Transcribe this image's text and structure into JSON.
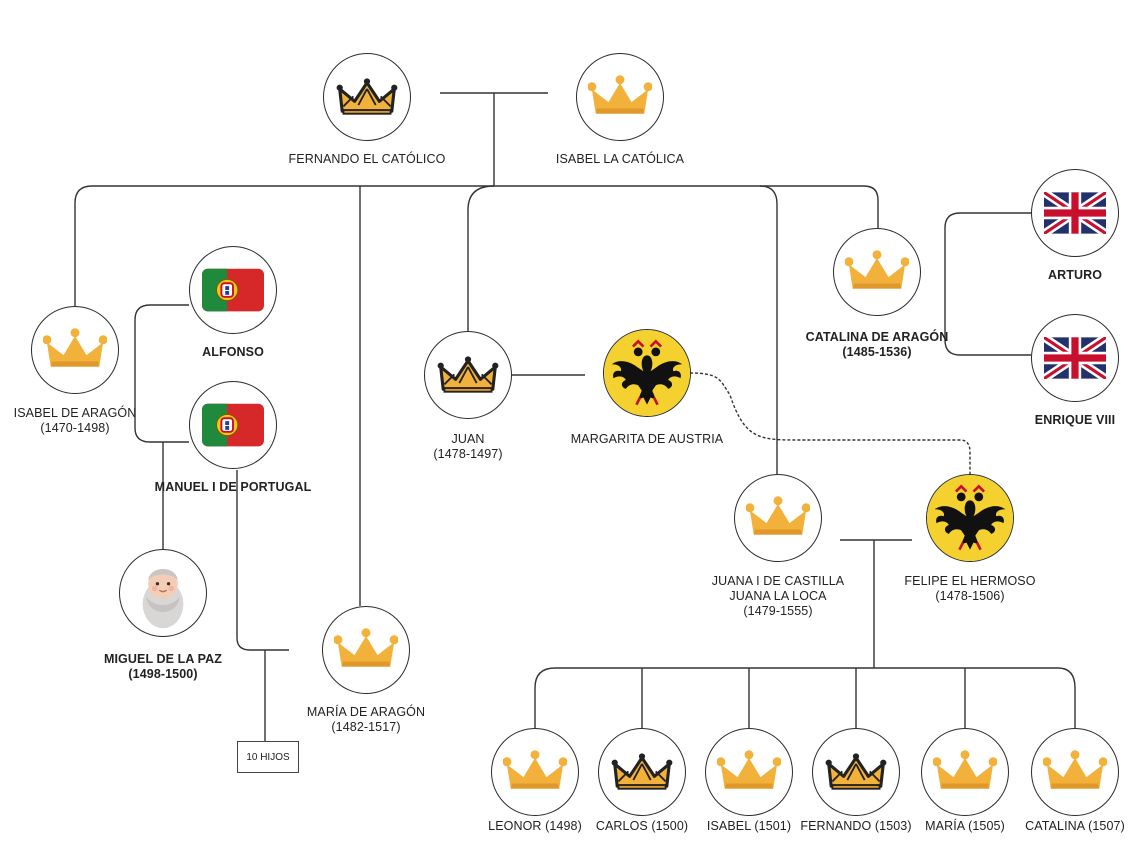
{
  "colors": {
    "crown_gold": "#F2B13A",
    "crown_gold_dark": "#E0982A",
    "line": "#333333",
    "portugal_green": "#1F8A3B",
    "portugal_red": "#D62828",
    "uk_blue": "#22306B",
    "uk_red": "#C8102E",
    "habsburg_yellow": "#F5D130"
  },
  "people": [
    {
      "id": "fernando",
      "icon": "crown-outline-icon",
      "name": [
        "FERNANDO EL CATÓLICO"
      ],
      "bold": false
    },
    {
      "id": "isabel_catolica",
      "icon": "crown-icon",
      "name": [
        "ISABEL LA CATÓLICA"
      ],
      "bold": false
    },
    {
      "id": "isabel_aragon",
      "icon": "crown-icon",
      "name": [
        "ISABEL DE ARAGÓN",
        "(1470-1498)"
      ],
      "bold": false
    },
    {
      "id": "alfonso",
      "icon": "portugal-flag-icon",
      "name": [
        "ALFONSO"
      ],
      "bold": true
    },
    {
      "id": "manuel",
      "icon": "portugal-flag-icon",
      "name": [
        "MANUEL I DE PORTUGAL"
      ],
      "bold": true
    },
    {
      "id": "miguel",
      "icon": "baby-icon",
      "name": [
        "MIGUEL DE LA PAZ",
        "(1498-1500)"
      ],
      "bold": true
    },
    {
      "id": "maria_aragon",
      "icon": "crown-icon",
      "name": [
        "MARÍA DE ARAGÓN",
        "(1482-1517)"
      ],
      "bold": false
    },
    {
      "id": "juan",
      "icon": "crown-outline-icon",
      "name": [
        "JUAN",
        "(1478-1497)"
      ],
      "bold": false
    },
    {
      "id": "margarita",
      "icon": "eagle-icon",
      "name": [
        "MARGARITA DE AUSTRIA"
      ],
      "bold": false
    },
    {
      "id": "catalina_aragon",
      "icon": "crown-icon",
      "name": [
        "CATALINA DE ARAGÓN",
        "(1485-1536)"
      ],
      "bold": true
    },
    {
      "id": "arturo",
      "icon": "uk-flag-icon",
      "name": [
        "ARTURO"
      ],
      "bold": true
    },
    {
      "id": "enrique",
      "icon": "uk-flag-icon",
      "name": [
        "ENRIQUE VIII"
      ],
      "bold": true
    },
    {
      "id": "juana",
      "icon": "crown-icon",
      "name": [
        "JUANA I DE CASTILLA",
        "JUANA LA LOCA",
        "(1479-1555)"
      ],
      "bold": false
    },
    {
      "id": "felipe",
      "icon": "eagle-icon",
      "name": [
        "FELIPE EL HERMOSO",
        "(1478-1506)"
      ],
      "bold": false
    },
    {
      "id": "leonor",
      "icon": "crown-icon",
      "name": [
        "LEONOR (1498)"
      ],
      "bold": false
    },
    {
      "id": "carlos",
      "icon": "crown-outline-icon",
      "name": [
        "CARLOS (1500)"
      ],
      "bold": false
    },
    {
      "id": "isabel_1501",
      "icon": "crown-icon",
      "name": [
        "ISABEL (1501)"
      ],
      "bold": false
    },
    {
      "id": "fernando_1503",
      "icon": "crown-outline-icon",
      "name": [
        "FERNANDO (1503)"
      ],
      "bold": false
    },
    {
      "id": "maria_1505",
      "icon": "crown-icon",
      "name": [
        "MARÍA (1505)"
      ],
      "bold": false
    },
    {
      "id": "catalina_1507",
      "icon": "crown-icon",
      "name": [
        "CATALINA (1507)"
      ],
      "bold": false
    }
  ],
  "note_box": {
    "label": "10 HIJOS"
  }
}
